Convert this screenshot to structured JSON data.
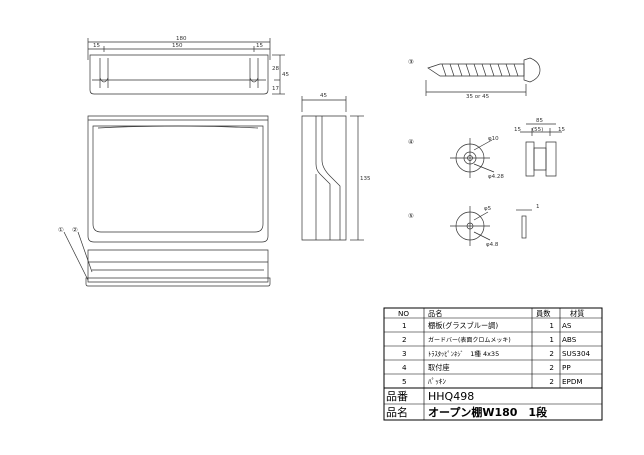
{
  "front_view": {
    "dim_total": "180",
    "dim_left": "15",
    "dim_mid": "150",
    "dim_right": "15",
    "dim_h1": "28",
    "dim_h2": "45",
    "dim_h3": "17"
  },
  "side_view": {
    "dim_width": "45",
    "dim_height": "135"
  },
  "callouts": {
    "c1": "①",
    "c2": "②",
    "c3": "③",
    "c4": "④",
    "c5": "⑤"
  },
  "screw": {
    "length_label": "35 or 45"
  },
  "mount": {
    "dim_85": "85",
    "dim_55": "(55)",
    "dim_15a": "15",
    "dim_15b": "15",
    "dim_d10": "φ10",
    "dim_d28": "φ4.28"
  },
  "packing": {
    "dim_d5": "φ5",
    "dim_d48": "φ4.8",
    "dim_t1": "1"
  },
  "parts_table": {
    "headers": {
      "no": "NO",
      "name": "品名",
      "qty": "員数",
      "material": "材質"
    },
    "rows": [
      {
        "no": "1",
        "name": "棚板(グラスブルー調)",
        "qty": "1",
        "material": "AS"
      },
      {
        "no": "2",
        "name": "ガードバー(表面クロムメッキ)",
        "qty": "1",
        "material": "ABS"
      },
      {
        "no": "3",
        "name": "ﾄﾗｽﾀｯﾋﾟﾝﾈｼﾞ　1種 4x35",
        "qty": "2",
        "material": "SUS304"
      },
      {
        "no": "4",
        "name": "取付座",
        "qty": "2",
        "material": "PP"
      },
      {
        "no": "5",
        "name": "ﾊﾟｯｷﾝ",
        "qty": "2",
        "material": "EPDM"
      }
    ],
    "code_label": "品番",
    "code_value": "HHQ498",
    "name_label": "品名",
    "name_value": "オープン棚W180　1段"
  }
}
